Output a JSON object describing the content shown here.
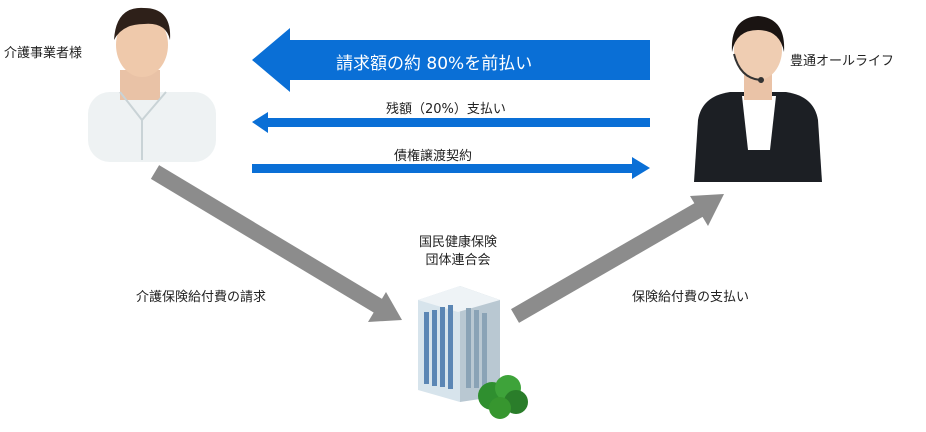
{
  "parties": {
    "provider_label": "介護事業者様",
    "company_label": "豊通オールライフ",
    "union_label_line1": "国民健康保険",
    "union_label_line2": "団体連合会"
  },
  "flows": {
    "advance": "請求額の約 80%を前払い",
    "balance": "残額（20%）支払い",
    "assignment": "債権譲渡契約",
    "claim": "介護保険給付費の請求",
    "payout": "保険給付費の支払い"
  },
  "colors": {
    "blue": "#0a6fd6",
    "gray": "#8c8c8c"
  }
}
